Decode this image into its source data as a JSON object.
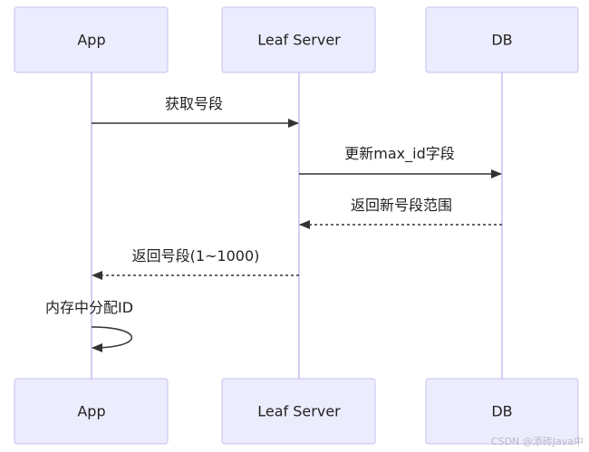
{
  "participants": {
    "app": "App",
    "leaf_server": "Leaf Server",
    "db": "DB"
  },
  "messages": {
    "get_segment": "获取号段",
    "update_max_id": "更新max_id字段",
    "return_new_segment": "返回新号段范围",
    "return_segment": "返回号段(1~1000)",
    "self_allocate": "内存中分配ID"
  },
  "watermark": "CSDN @添砖Java中",
  "colors": {
    "actor_fill": "#ececff",
    "actor_border": "#c8c0ee",
    "lifeline": "#d6cdf3",
    "arrow": "#333333"
  }
}
